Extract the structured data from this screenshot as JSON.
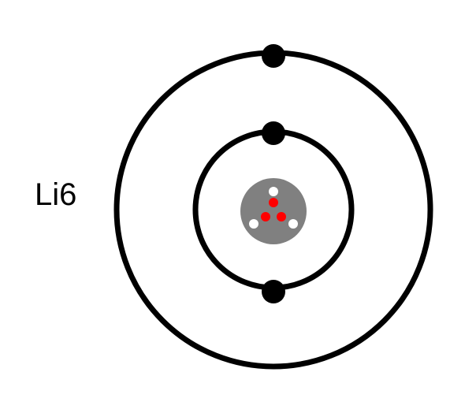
{
  "diagram": {
    "label": "Li6",
    "orbit_color": "#000000",
    "electron_color": "#000000",
    "nucleus_color": "#808080",
    "proton_color": "#ff0000",
    "neutron_color": "#ffffff",
    "shells": [
      {
        "name": "inner",
        "electron_count": 2
      },
      {
        "name": "outer",
        "electron_count": 1
      }
    ],
    "nucleus": {
      "protons": 3,
      "neutrons": 3
    }
  }
}
